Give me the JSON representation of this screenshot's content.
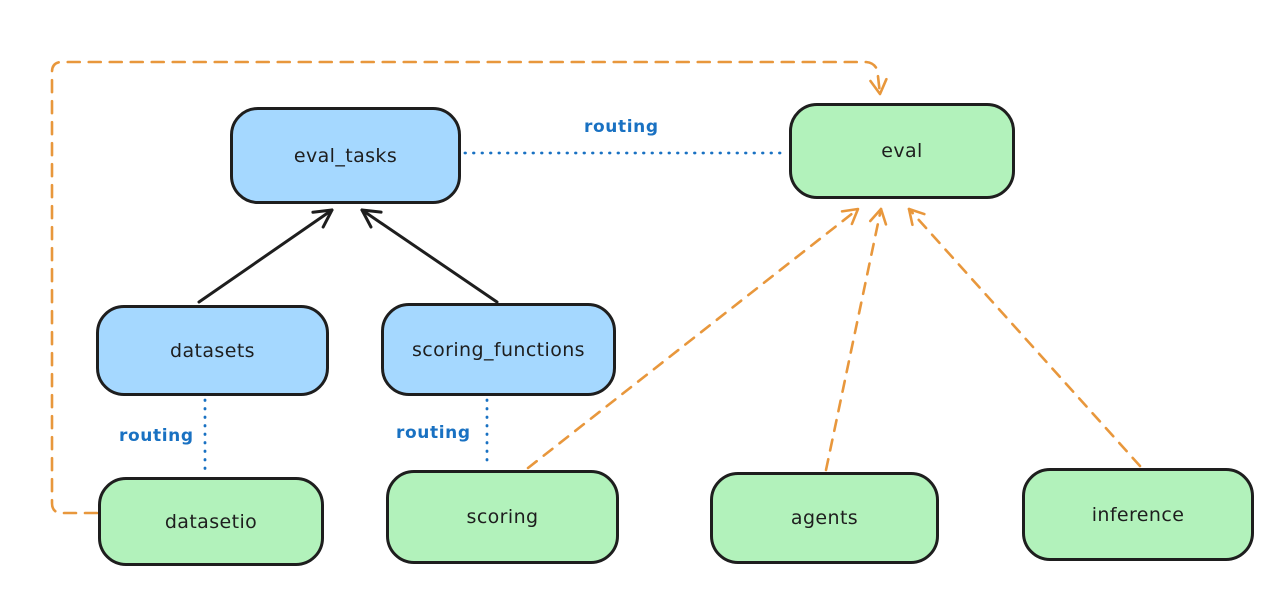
{
  "colors": {
    "background": "#ffffff",
    "node_border": "#1e1e1e",
    "node_text": "#1e1e1e",
    "blue_node_fill": "#a5d8ff",
    "green_node_fill": "#b2f2bb",
    "routing_label": "#1971c2",
    "routing_line": "#1971c2",
    "orange_line": "#e8973c",
    "black_line": "#1e1e1e"
  },
  "nodes": [
    {
      "id": "eval_tasks",
      "label": "eval_tasks",
      "fill": "blue"
    },
    {
      "id": "eval",
      "label": "eval",
      "fill": "green"
    },
    {
      "id": "datasets",
      "label": "datasets",
      "fill": "blue"
    },
    {
      "id": "scoring_functions",
      "label": "scoring_functions",
      "fill": "blue"
    },
    {
      "id": "datasetio",
      "label": "datasetio",
      "fill": "green"
    },
    {
      "id": "scoring",
      "label": "scoring",
      "fill": "green"
    },
    {
      "id": "agents",
      "label": "agents",
      "fill": "green"
    },
    {
      "id": "inference",
      "label": "inference",
      "fill": "green"
    }
  ],
  "edge_labels": [
    {
      "id": "routing-eval-tasks-to-eval",
      "text": "routing"
    },
    {
      "id": "routing-datasets-to-datasetio",
      "text": "routing"
    },
    {
      "id": "routing-scoring-functions-to-scoring",
      "text": "routing"
    }
  ],
  "edges": [
    {
      "from": "datasets",
      "to": "eval_tasks",
      "style": "solid",
      "color": "black",
      "arrow": true,
      "label": ""
    },
    {
      "from": "scoring_functions",
      "to": "eval_tasks",
      "style": "solid",
      "color": "black",
      "arrow": true,
      "label": ""
    },
    {
      "from": "eval_tasks",
      "to": "eval",
      "style": "dotted",
      "color": "blue",
      "arrow": false,
      "label": "routing"
    },
    {
      "from": "datasets",
      "to": "datasetio",
      "style": "dotted",
      "color": "blue",
      "arrow": false,
      "label": "routing"
    },
    {
      "from": "scoring_functions",
      "to": "scoring",
      "style": "dotted",
      "color": "blue",
      "arrow": false,
      "label": "routing"
    },
    {
      "from": "scoring",
      "to": "eval",
      "style": "dashed",
      "color": "orange",
      "arrow": true,
      "label": ""
    },
    {
      "from": "agents",
      "to": "eval",
      "style": "dashed",
      "color": "orange",
      "arrow": true,
      "label": ""
    },
    {
      "from": "inference",
      "to": "eval",
      "style": "dashed",
      "color": "orange",
      "arrow": true,
      "label": ""
    },
    {
      "from": "datasetio",
      "to": "eval",
      "style": "dashed",
      "color": "orange",
      "arrow": true,
      "label": "",
      "route": "around-left-and-top"
    }
  ]
}
